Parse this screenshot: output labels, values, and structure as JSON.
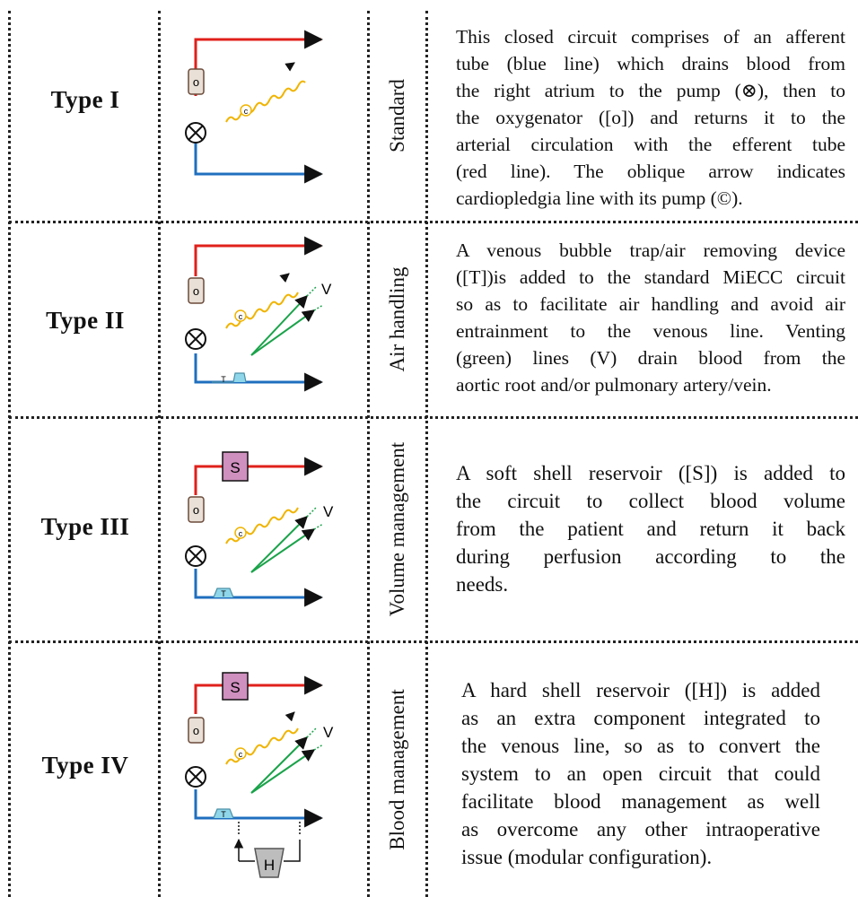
{
  "rows": [
    {
      "type_label": "Type  I",
      "category": "Standard",
      "description_lines": [
        "This closed circuit comprises of an afferent",
        "tube (blue line) which drains blood from",
        "the right atrium to the pump  (⊗), then to",
        "the oxygenator ([o]) and returns it to the",
        "arterial circulation with the efferent tube",
        "(red line). The oblique arrow indicates",
        "cardiopledgia line with its pump (©)."
      ],
      "diagram_labels": {
        "oxygenator": "o",
        "cardioplegia": "c"
      }
    },
    {
      "type_label": "Type  II",
      "category": "Air handling",
      "description_lines": [
        "A venous bubble trap/air removing device",
        "([T])is added to the standard MiECC circuit",
        "so as to facilitate air handling and avoid air",
        "entrainment to the venous line. Venting",
        "(green) lines (V) drain blood from the",
        "aortic root and/or pulmonary artery/vein."
      ],
      "diagram_labels": {
        "oxygenator": "o",
        "cardioplegia": "c",
        "trap": "T",
        "vent": "V"
      }
    },
    {
      "type_label": "Type  III",
      "category": "Volume management",
      "description_lines": [
        "A soft shell reservoir ([S]) is added to",
        "the circuit to collect blood volume",
        "from the patient and return it back",
        "during perfusion according to the",
        "needs."
      ],
      "diagram_labels": {
        "oxygenator": "o",
        "cardioplegia": "c",
        "trap": "T",
        "vent": "V",
        "reservoir": "S"
      }
    },
    {
      "type_label": "Type  IV",
      "category": "Blood management",
      "description_lines": [
        "A hard shell reservoir ([H]) is added",
        "as an extra component integrated to",
        "the venous line, so as to convert the",
        "system to an open circuit that could",
        "facilitate blood management as well",
        "as overcome any other intraoperative",
        "issue (modular configuration)."
      ],
      "diagram_labels": {
        "oxygenator": "o",
        "cardioplegia": "c",
        "trap": "T",
        "vent": "V",
        "reservoir": "S",
        "hard_reservoir": "H"
      }
    }
  ],
  "colors": {
    "arterial_line": "#e0201b",
    "venous_line": "#1f6fbf",
    "vent_line": "#1aa34a",
    "cardioplegia_line": "#f0b400",
    "oxygenator_fill": "#e9e0d7",
    "soft_reservoir_fill": "#cf8fbf",
    "trap_fill": "#8fd6ea",
    "hard_reservoir_fill": "#bdbdbd"
  }
}
